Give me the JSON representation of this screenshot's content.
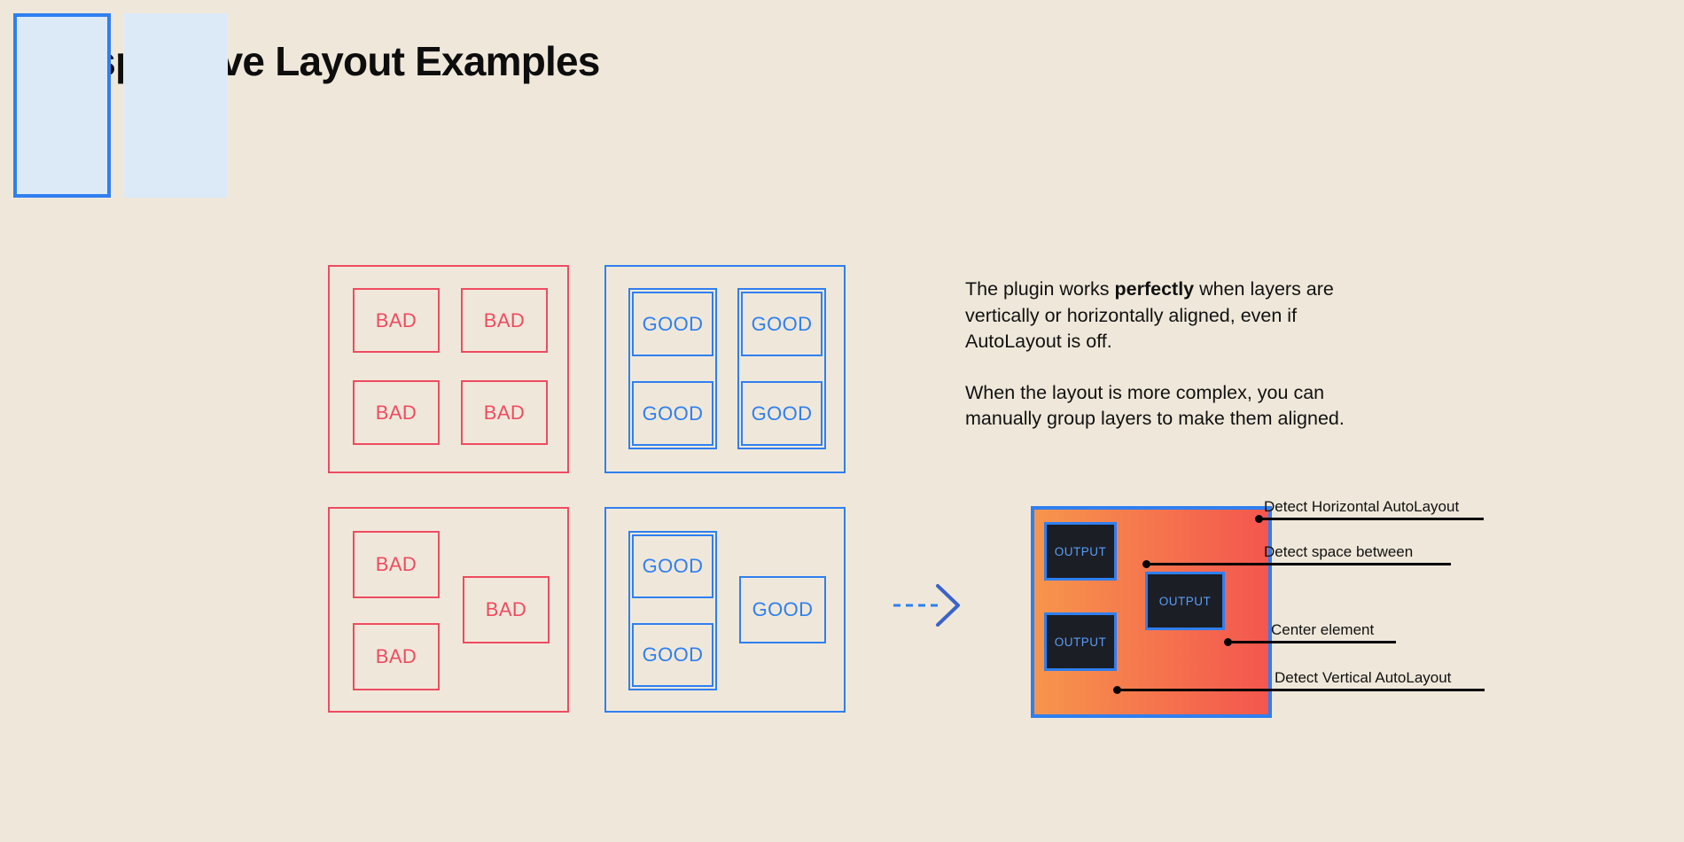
{
  "page": {
    "title": "Responsive Layout Examples",
    "background_color": "#efe8da"
  },
  "colors": {
    "bad": "#ef4b60",
    "good": "#2f7ff0",
    "text": "#111111",
    "preview_border": "#2f7ff0",
    "preview_gradient_start": "#f6954c",
    "preview_gradient_end": "#f4564e",
    "output_fill": "#1b1e25",
    "output_text": "#5b9df5",
    "column_fill": "#dceaf8",
    "arrow": "#2f7ff0"
  },
  "labels": {
    "bad": "BAD",
    "good": "GOOD",
    "output": "OUTPUT"
  },
  "examples": [
    {
      "id": "bad-grid",
      "kind": "bad",
      "caption": "BAD",
      "cells": [
        "BAD",
        "BAD",
        "BAD",
        "BAD"
      ]
    },
    {
      "id": "good-grid",
      "kind": "good",
      "caption": "GOOD",
      "cells": [
        "GOOD",
        "GOOD",
        "GOOD",
        "GOOD"
      ]
    },
    {
      "id": "bad-offset",
      "kind": "bad",
      "caption": "BAD",
      "cells": [
        "BAD",
        "BAD",
        "BAD"
      ]
    },
    {
      "id": "good-offset",
      "kind": "good",
      "caption": "GOOD",
      "cells": [
        "GOOD",
        "GOOD",
        "GOOD"
      ]
    }
  ],
  "description": {
    "paragraph_1_before": "The plugin works ",
    "paragraph_1_bold": "perfectly",
    "paragraph_1_after": " when layers are vertically or horizontally aligned, even if AutoLayout is off.",
    "paragraph_2": "When the layout is more complex, you can manually group layers to make them aligned."
  },
  "preview": {
    "outputs": [
      "OUTPUT",
      "OUTPUT",
      "OUTPUT"
    ],
    "callouts": [
      {
        "label": "Detect Horizontal AutoLayout",
        "rule_width": 228
      },
      {
        "label": "Detect space between",
        "rule_width": 194
      },
      {
        "label": "Center element",
        "rule_width": 138
      },
      {
        "label": "Detect Vertical AutoLayout",
        "rule_width": 240
      }
    ]
  }
}
